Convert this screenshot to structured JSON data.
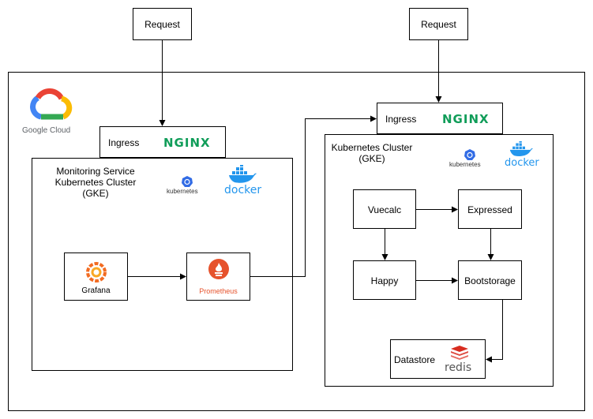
{
  "requests": {
    "left": "Request",
    "right": "Request"
  },
  "gcp": {
    "label": "Google Cloud"
  },
  "monitoring": {
    "ingress_label": "Ingress",
    "ingress_logo": "NGINX",
    "title": "Monitoring Service\nKubernetes Cluster\n(GKE)",
    "k8s_label": "kubernetes",
    "docker_label": "docker",
    "grafana_label": "Grafana",
    "prometheus_label": "Prometheus"
  },
  "app": {
    "ingress_label": "Ingress",
    "ingress_logo": "NGINX",
    "title": "Kubernetes Cluster\n(GKE)",
    "k8s_label": "kubernetes",
    "docker_label": "docker",
    "services": {
      "vuecalc": "Vuecalc",
      "expressed": "Expressed",
      "happy": "Happy",
      "bootstorage": "Bootstorage",
      "datastore": "Datastore",
      "redis": "redis"
    }
  },
  "colors": {
    "nginx": "#109d59",
    "docker": "#2396ed",
    "k8s": "#326ce5",
    "grafana": "#f26b21",
    "prometheus": "#e6522c",
    "redis": "#d82c20"
  },
  "icons": [
    "google-cloud-icon",
    "nginx-logo",
    "kubernetes-icon",
    "docker-icon",
    "grafana-icon",
    "prometheus-icon",
    "redis-icon"
  ]
}
